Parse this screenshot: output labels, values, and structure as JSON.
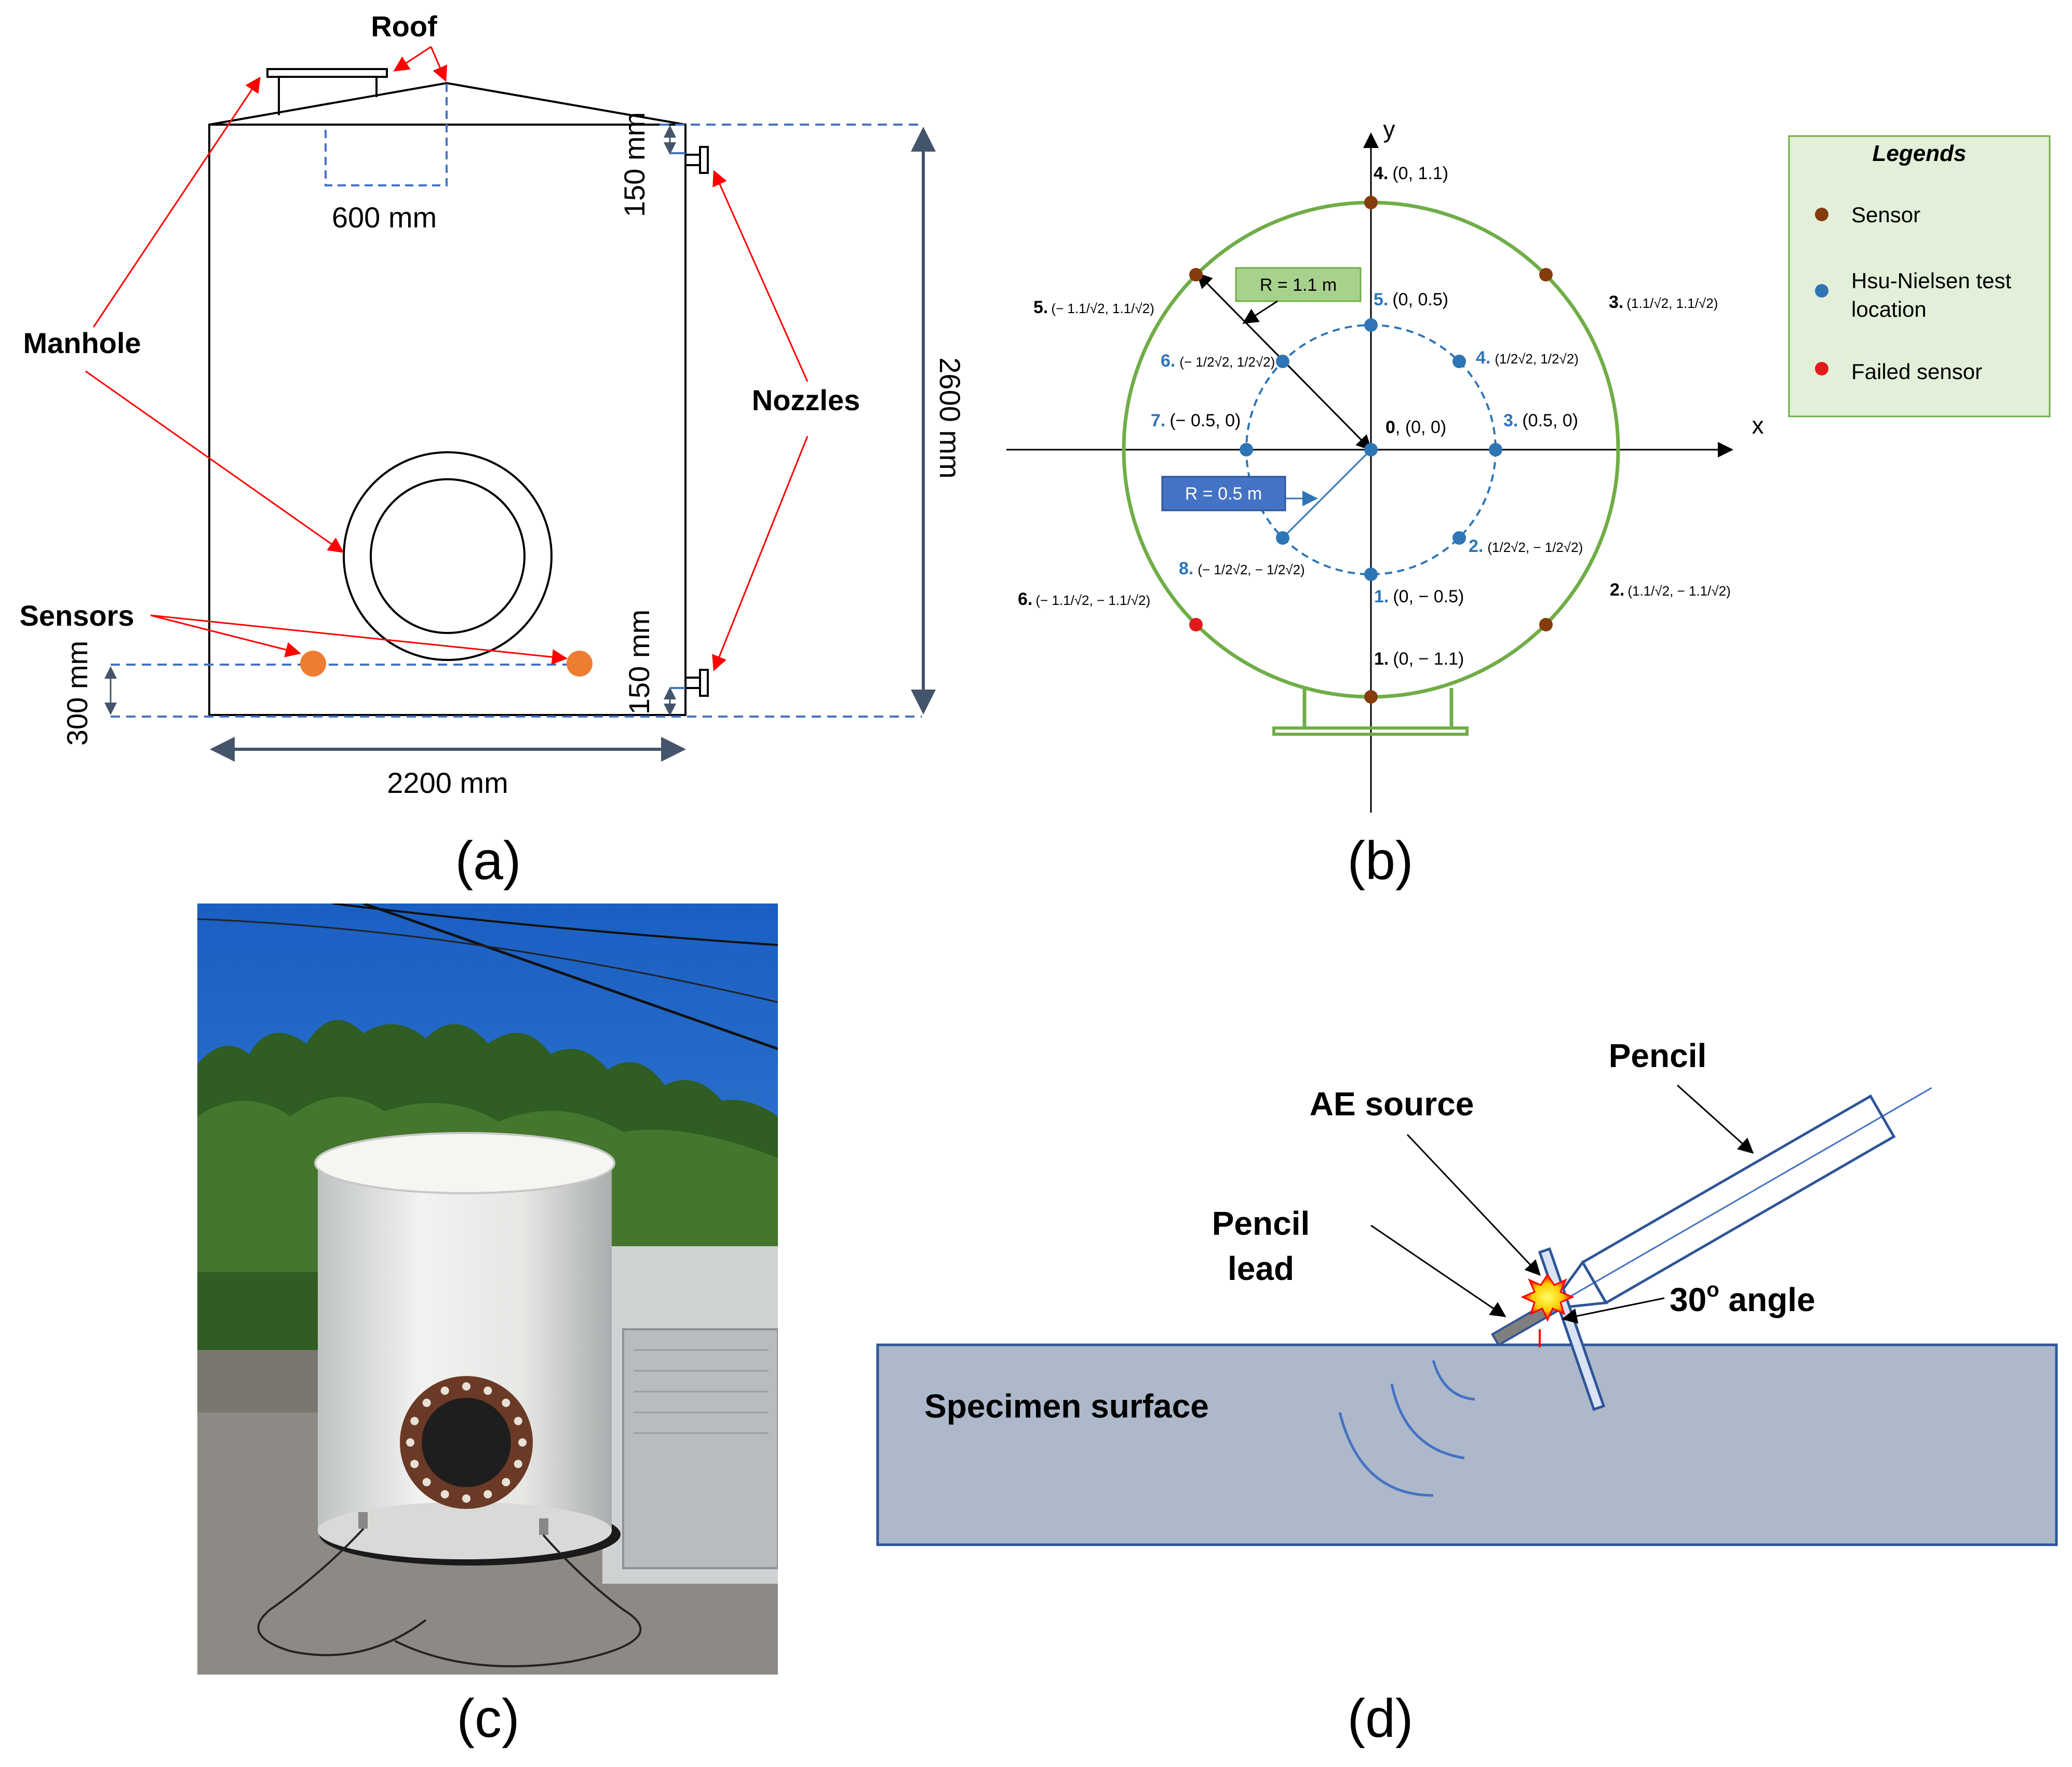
{
  "panel_a": {
    "caption": "(a)",
    "labels": {
      "roof": "Roof",
      "manhole": "Manhole",
      "nozzles": "Nozzles",
      "sensors": "Sensors"
    },
    "dimensions": {
      "manhole_width": "600 mm",
      "nozzle_top_offset": "150 mm",
      "nozzle_bottom_offset": "150 mm",
      "height": "2600 mm",
      "width": "2200 mm",
      "sensor_height": "300 mm"
    },
    "colors": {
      "sensor": "#ed7d31",
      "dim_dashed": "#4472c4",
      "arrow": "#ff0000",
      "dim_arrow": "#44546a"
    }
  },
  "panel_b": {
    "caption": "(b)",
    "axes": {
      "x": "x",
      "y": "y"
    },
    "outer_radius_label": "R = 1.1 m",
    "inner_radius_label": "R = 0.5 m",
    "center_label": {
      "num": "0",
      "coord": ", (0, 0)"
    },
    "inner_points": [
      {
        "num": "1.",
        "coord": "(0, − 0.5)"
      },
      {
        "num": "2.",
        "coord": "(1/2√2, − 1/2√2)"
      },
      {
        "num": "3.",
        "coord": "(0.5, 0)"
      },
      {
        "num": "4.",
        "coord": "(1/2√2, 1/2√2)"
      },
      {
        "num": "5.",
        "coord": "(0, 0.5)"
      },
      {
        "num": "6.",
        "coord": "(− 1/2√2, 1/2√2)"
      },
      {
        "num": "7.",
        "coord": "(− 0.5, 0)"
      },
      {
        "num": "8.",
        "coord": "(− 1/2√2, − 1/2√2)"
      }
    ],
    "outer_points": [
      {
        "num": "1.",
        "coord": "(0, − 1.1)"
      },
      {
        "num": "2.",
        "coord": "(1.1/√2, − 1.1/√2)"
      },
      {
        "num": "3.",
        "coord": "(1.1/√2, 1.1/√2)"
      },
      {
        "num": "4.",
        "coord": "(0, 1.1)"
      },
      {
        "num": "5.",
        "coord": "(− 1.1/√2, 1.1/√2)"
      },
      {
        "num": "6.",
        "coord": "(− 1.1/√2, − 1.1/√2)"
      }
    ],
    "legend": {
      "title": "Legends",
      "sensor": "Sensor",
      "hsu_line1": "Hsu-Nielsen test",
      "hsu_line2": "location",
      "failed": "Failed sensor"
    },
    "colors": {
      "circle": "#70ad47",
      "sensor": "#843c0c",
      "test_point": "#2e75b6",
      "failed": "#e31a1c",
      "legend_bg": "#e2efd9",
      "legend_border": "#70ad47",
      "r_outer_box": "#a9d18e",
      "r_inner_box": "#4472c4"
    }
  },
  "panel_c": {
    "caption": "(c)"
  },
  "panel_d": {
    "caption": "(d)",
    "labels": {
      "pencil": "Pencil",
      "ae_source": "AE source",
      "pencil_lead_1": "Pencil",
      "pencil_lead_2": "lead",
      "angle": "30",
      "angle_sup": "o",
      "angle_suffix": " angle",
      "specimen": "Specimen surface"
    },
    "colors": {
      "specimen_fill": "#adb9ca",
      "outline": "#2f5597",
      "spark": "#ff0000"
    }
  }
}
